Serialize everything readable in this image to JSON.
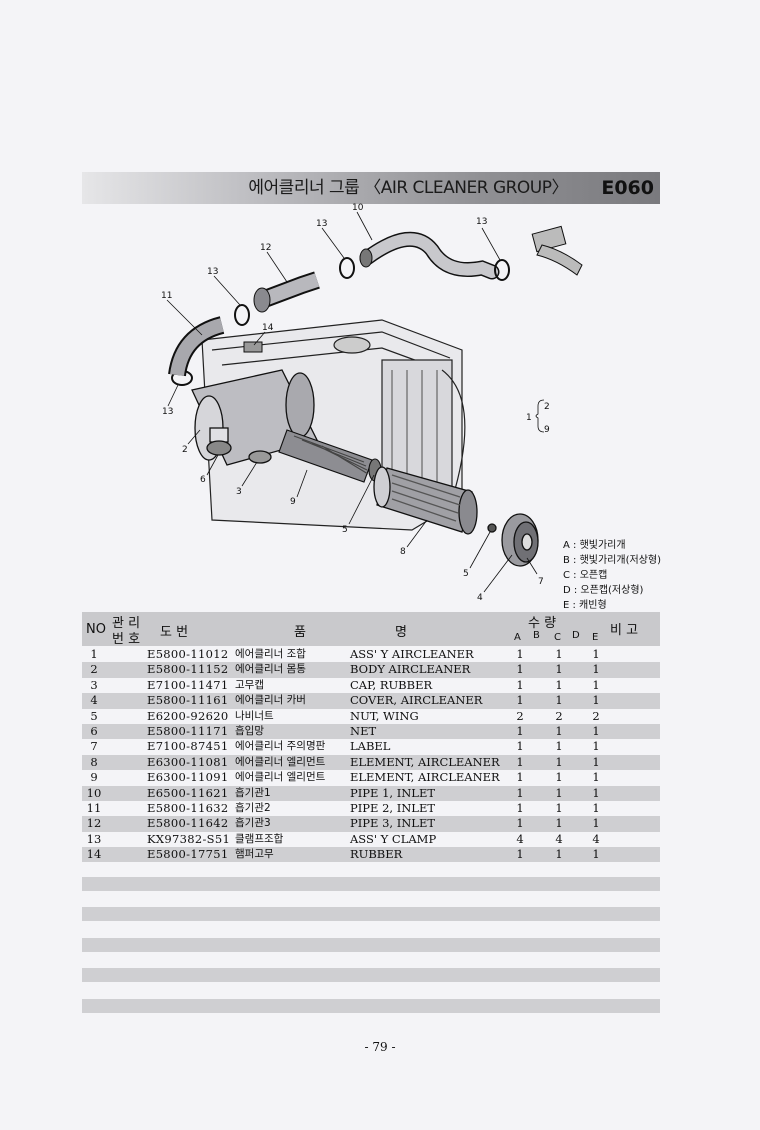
{
  "header": {
    "title": "에어클리너 그룹 〈AIR CLEANER GROUP〉",
    "code": "E060"
  },
  "diagram": {
    "callouts": [
      "10",
      "13",
      "13",
      "12",
      "13",
      "11",
      "14",
      "13",
      "2",
      "6",
      "3",
      "9",
      "5",
      "8",
      "5",
      "4",
      "7"
    ],
    "inset_label_1": "1",
    "inset_label_2": "2",
    "inset_label_9": "9",
    "legend": [
      "A : 햇빛가리개",
      "B : 햇빛가리개(저상형)",
      "C : 오픈캡",
      "D : 오픈캡(저상형)",
      "E : 캐빈형"
    ]
  },
  "table": {
    "headers": {
      "no": "NO",
      "mgmt1": "관 리",
      "mgmt2": "번 호",
      "drawing": "도   번",
      "pum": "품",
      "myeong": "명",
      "qty": "수   량",
      "remark": "비   고",
      "cols": [
        "A",
        "B",
        "C",
        "D",
        "E"
      ]
    },
    "rows": [
      {
        "no": "1",
        "pn": "E5800-11012",
        "kr": "에어클리너 조합",
        "en": "ASS' Y AIRCLEANER",
        "a": "1",
        "c": "1",
        "e": "1"
      },
      {
        "no": "2",
        "pn": "E5800-11152",
        "kr": "에어클리너 몸통",
        "en": "BODY AIRCLEANER",
        "a": "1",
        "c": "1",
        "e": "1"
      },
      {
        "no": "3",
        "pn": "E7100-11471",
        "kr": "고무캡",
        "en": "CAP, RUBBER",
        "a": "1",
        "c": "1",
        "e": "1"
      },
      {
        "no": "4",
        "pn": "E5800-11161",
        "kr": "에어클리너 카버",
        "en": "COVER, AIRCLEANER",
        "a": "1",
        "c": "1",
        "e": "1"
      },
      {
        "no": "5",
        "pn": "E6200-92620",
        "kr": "나비너트",
        "en": "NUT, WING",
        "a": "2",
        "c": "2",
        "e": "2"
      },
      {
        "no": "6",
        "pn": "E5800-11171",
        "kr": "흡입망",
        "en": "NET",
        "a": "1",
        "c": "1",
        "e": "1"
      },
      {
        "no": "7",
        "pn": "E7100-87451",
        "kr": "에어클리너 주의명판",
        "en": "LABEL",
        "a": "1",
        "c": "1",
        "e": "1"
      },
      {
        "no": "8",
        "pn": "E6300-11081",
        "kr": "에어클리너 엘리먼트",
        "en": "ELEMENT, AIRCLEANER",
        "a": "1",
        "c": "1",
        "e": "1"
      },
      {
        "no": "9",
        "pn": "E6300-11091",
        "kr": "에어클리너 엘리먼트",
        "en": "ELEMENT, AIRCLEANER",
        "a": "1",
        "c": "1",
        "e": "1"
      },
      {
        "no": "10",
        "pn": "E6500-11621",
        "kr": "흡기관1",
        "en": "PIPE 1, INLET",
        "a": "1",
        "c": "1",
        "e": "1"
      },
      {
        "no": "11",
        "pn": "E5800-11632",
        "kr": "흡기관2",
        "en": "PIPE 2, INLET",
        "a": "1",
        "c": "1",
        "e": "1"
      },
      {
        "no": "12",
        "pn": "E5800-11642",
        "kr": "흡기관3",
        "en": "PIPE 3, INLET",
        "a": "1",
        "c": "1",
        "e": "1"
      },
      {
        "no": "13",
        "pn": "KX97382-S51",
        "kr": "클램프조합",
        "en": "ASS' Y CLAMP",
        "a": "4",
        "c": "4",
        "e": "4"
      },
      {
        "no": "14",
        "pn": "E5800-17751",
        "kr": "햄퍼고무",
        "en": "RUBBER",
        "a": "1",
        "c": "1",
        "e": "1"
      }
    ]
  },
  "footer": {
    "page": "- 79 -"
  }
}
